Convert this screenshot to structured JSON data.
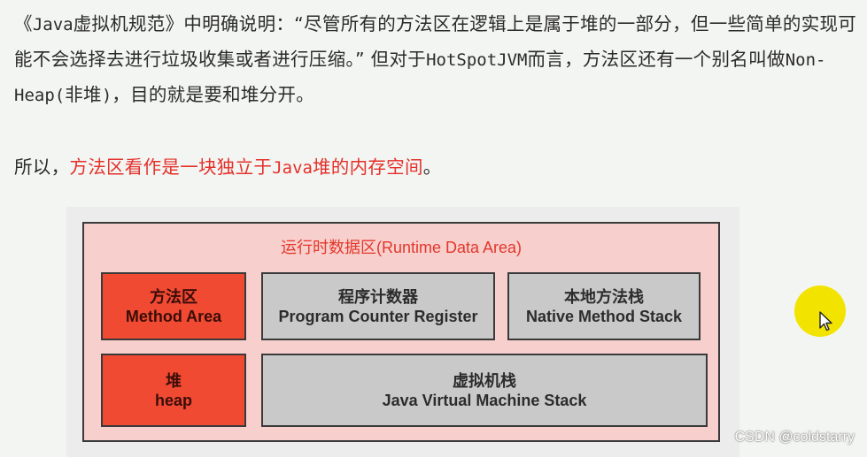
{
  "paragraph1": {
    "s1": "《",
    "s2": "Java",
    "s3": "虚拟机规范》中明确说明：“尽管所有的方法区在逻辑上是属于堆的一部分，但一些简单的实现可能不会选择去进行垃圾收集或者进行压缩。” 但对于",
    "s4": "HotSpotJVM",
    "s5": "而言，方法区还有一个别名叫做",
    "s6": "Non-Heap(",
    "s7": "非堆",
    "s8": ")",
    "s9": "，目的就是要和堆分开。"
  },
  "paragraph2": {
    "prefix": "所以，",
    "h1": "方法区看作是一块独立于",
    "h2": "Java",
    "h3": "堆的内存空间",
    "suffix": "。"
  },
  "diagram": {
    "title": "运行时数据区(Runtime Data Area)",
    "boxes": [
      {
        "cn": "方法区",
        "en": "Method Area"
      },
      {
        "cn": "程序计数器",
        "en": "Program Counter Register"
      },
      {
        "cn": "本地方法栈",
        "en": "Native Method Stack"
      },
      {
        "cn": "堆",
        "en": "heap"
      },
      {
        "cn": "虚拟机栈",
        "en": "Java Virtual Machine Stack"
      }
    ]
  },
  "watermark": "CSDN @coldstarry",
  "icons": {
    "cursor": "mouse-pointer-icon"
  },
  "colors": {
    "highlight_text": "#e5302b",
    "red_box": "#f04a33",
    "gray_box": "#c9c9c9",
    "area_bg": "#f7cfcc",
    "cursor_highlight": "#f2e400"
  }
}
